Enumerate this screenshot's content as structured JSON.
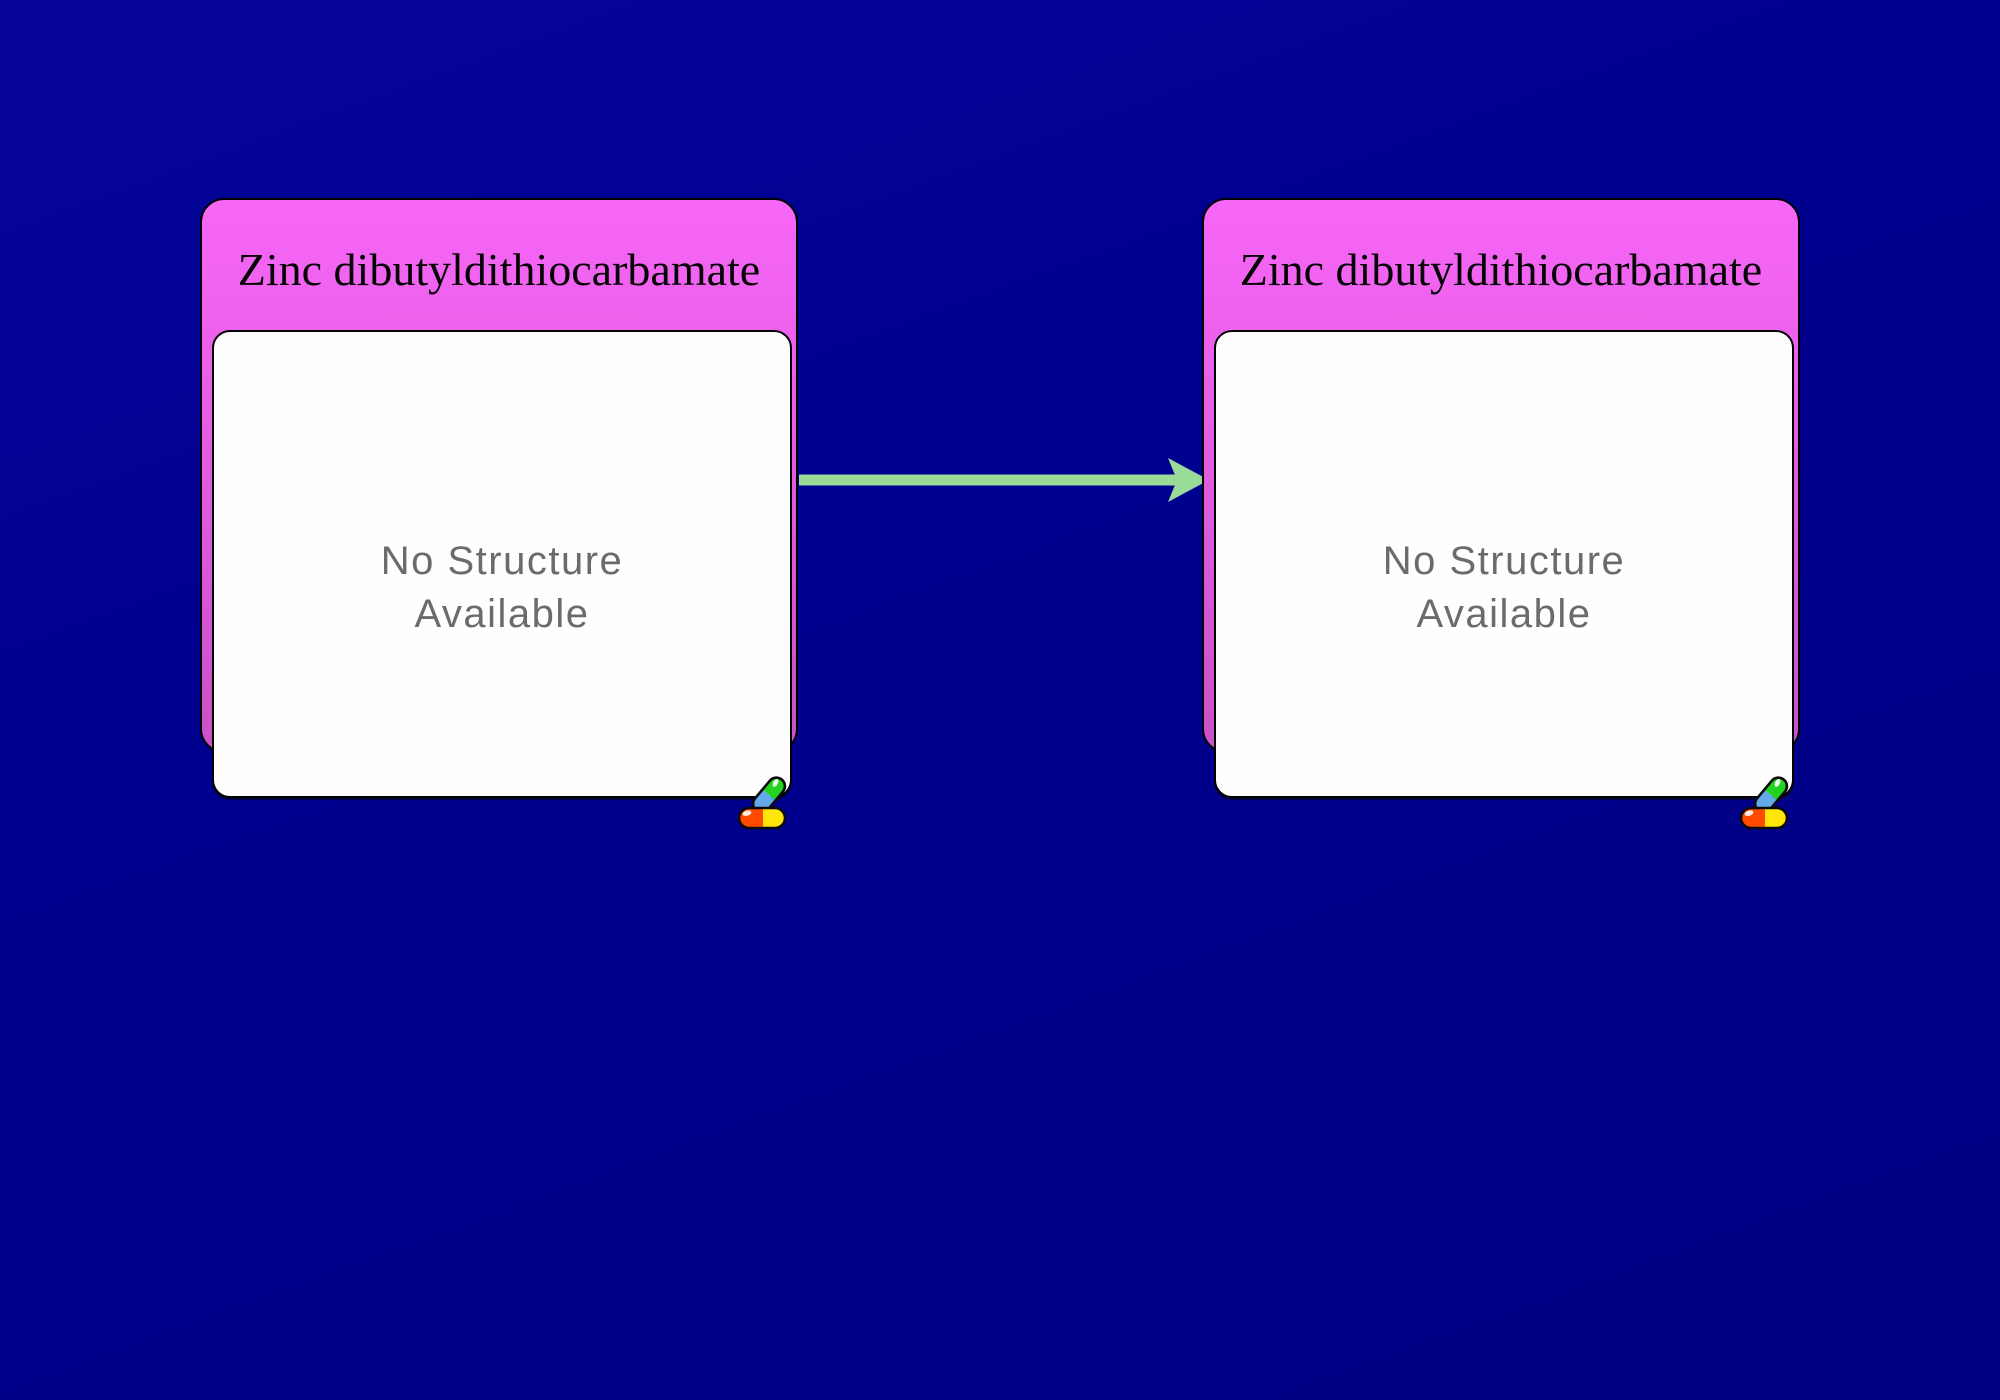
{
  "canvas": {
    "type": "pathway-graph"
  },
  "nodes": [
    {
      "title": "Zinc dibutyldithiocarbamate",
      "structure_placeholder": "No Structure Available",
      "badge_icon": "pills-icon"
    },
    {
      "title": "Zinc dibutyldithiocarbamate",
      "structure_placeholder": "No Structure Available",
      "badge_icon": "pills-icon"
    }
  ],
  "edges": [
    {
      "from": 0,
      "to": 1,
      "shape": "arrow-right"
    }
  ],
  "colors": {
    "background": "#00008F",
    "bg_top": "#05059B",
    "bg_bottom": "#000083",
    "header_top": "#F866F8",
    "header_bottom": "#C851C8",
    "title_text": "#050505",
    "panel_bg": "#FEFEFE",
    "placeholder_text": "#6B6B6B",
    "arrow": "#9ADB9A",
    "pill_red": "#FF4A00",
    "pill_yellow": "#FFE50A",
    "pill_green": "#23D41E",
    "pill_blue": "#64A9E9"
  }
}
